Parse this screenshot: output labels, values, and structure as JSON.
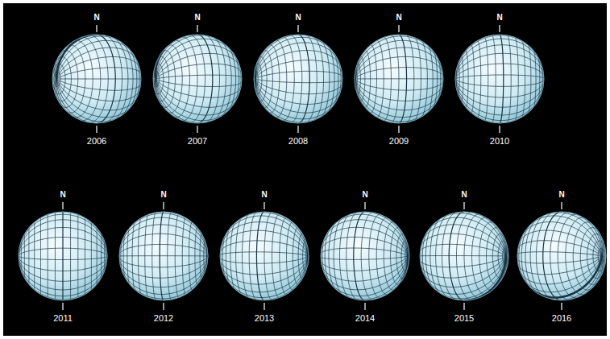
{
  "diagram": {
    "labels": [
      "N",
      "2006",
      "N",
      "2007",
      "N",
      "2008",
      "N",
      "2009",
      "N",
      "2010",
      "N",
      "2011",
      "N",
      "2012",
      "N",
      "2013",
      "N",
      "2014",
      "N",
      "2015",
      "N",
      "2016"
    ]
  }
}
